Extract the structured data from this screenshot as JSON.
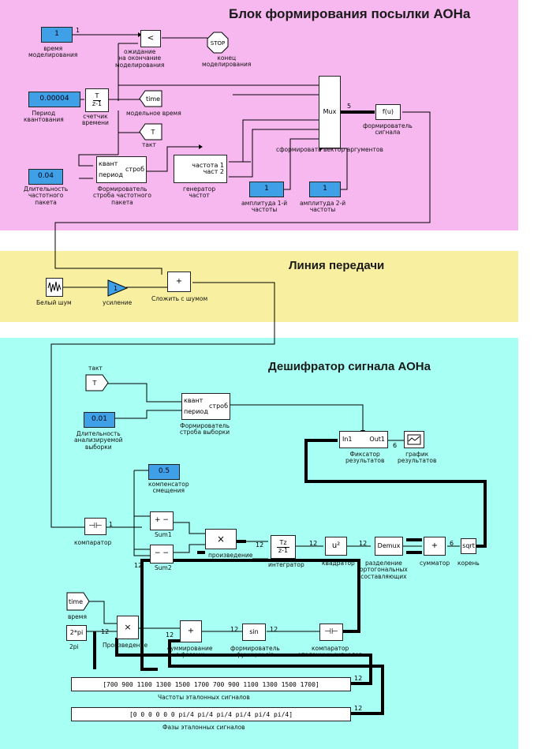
{
  "sections": {
    "top_title": "Блок формирования посылки АОНа",
    "mid_title": "Линия передачи",
    "bottom_title": "Дешифратор сигнала АОНа"
  },
  "colors": {
    "top_band": "#f7b8f0",
    "mid_band": "#f8f0a0",
    "bottom_band": "#a8fff4",
    "const_block": "#3fa0e8"
  },
  "top": {
    "sim_time_value": "1",
    "sim_time_label": "время\nмоделирования",
    "compare_symbol": "<",
    "compare_label": "ожидание\nна окончание\nмоделирования",
    "stop_text": "STOP",
    "stop_label": "конец\nмоделирования",
    "period_value": "0.00004",
    "period_label": "Период\nквантования",
    "counter_num": "T",
    "counter_den": "z-1",
    "counter_label": "счетчик\nвремени",
    "time_tag": "time",
    "time_tag_label": "модельное время",
    "tact_tag": "T",
    "tact_label": "такт",
    "duration_value": "0.04",
    "duration_label": "Длительность\nчастотного\nпакета",
    "strobe_in1": "квант",
    "strobe_in2": "период",
    "strobe_out": "строб",
    "strobe_label": "Формирователь\nстроба частотного\nпакета",
    "gen_l1": "частота 1",
    "gen_l2": "част 2",
    "gen_label": "генератор\nчастот",
    "amp1_value": "1",
    "amp1_label": "амплитуда 1-й\nчастоты",
    "amp2_value": "1",
    "amp2_label": "амплитуда 2-й\nчастоты",
    "mux_text": "Mux",
    "mux_label": "сформировать вектор аргументов",
    "fu_text": "f(u)",
    "fu_label": "формирователь\nсигнала",
    "port_one": "1",
    "port_five": "5"
  },
  "mid": {
    "noise_label": "Белый шум",
    "gain_value": "1",
    "gain_label": "усиление",
    "sum_label": "Сложить с шумом"
  },
  "bottom": {
    "tact_tag": "такт",
    "tact_in": "T",
    "strobe_in1": "квант",
    "strobe_in2": "период",
    "strobe_out": "строб",
    "strobe_label": "Формирователь\nстроба выборки",
    "analysis_value": "0.01",
    "analysis_label": "Длительность\nанализируемой\nвыборки",
    "fix_in": "In1",
    "fix_out": "Out1",
    "fix_label": "Фиксатор\nрезультатов",
    "graph_label": "график\nрезультатов",
    "offset_value": "0.5",
    "offset_label": "компенсатор\nсмещения",
    "comp_label": "компаратор",
    "sum1_label": "Sum1",
    "sum2_label": "Sum2",
    "mult_sym": "×",
    "mult_label": "произведение",
    "integ_num": "Tz",
    "integ_den": "z-1",
    "integ_label": "интегратор",
    "sq_sym": "u²",
    "sq_label": "квадратор",
    "demux_text": "Demux",
    "demux_label": "разделение\nортогональных\nсоставляющих",
    "adder_label": "сумматор",
    "sqrt_text": "sqrt",
    "sqrt_label": "корень",
    "time_tag": "time",
    "time_label": "время",
    "twopi_text": "2*pi",
    "twopi_label": "2pi",
    "prod_sym": "×",
    "prod_label": "Произведение",
    "sumph_label": "суммирование\nс фазами",
    "sin_text": "sin",
    "sin_label": "формирователь\nфункции sin",
    "refcomp_label": "компаратор\nэталонных сигналов",
    "freq_vector": "[700 900 1100 1300 1500 1700 700 900 1100 1300 1500 1700]",
    "freq_label": "Частоты эталонных сигналов",
    "phase_vector": "[0 0 0 0 0 0 pi/4 pi/4 pi/4 pi/4 pi/4 pi/4]",
    "phase_label": "Фазы эталонных сигналов",
    "w12": "12",
    "w6": "6",
    "w1": "1"
  }
}
